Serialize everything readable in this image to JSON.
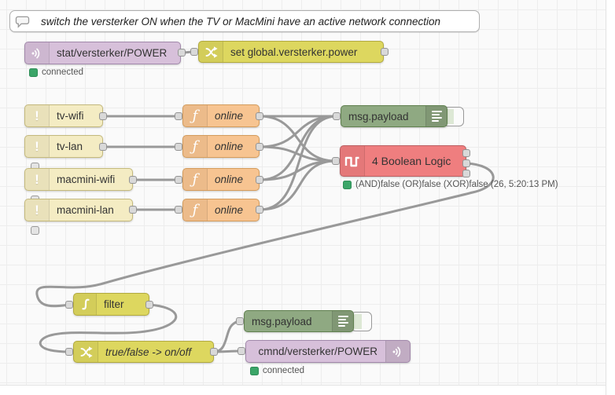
{
  "app_title": "Node-RED flow editor canvas",
  "comment": {
    "text": "switch the versterker ON when the TV or MacMini have an active network connection"
  },
  "nodes": {
    "mqtt_in": {
      "label": "stat/versterker/POWER",
      "status": "connected"
    },
    "set_global": {
      "label": "set global.versterker.power"
    },
    "injects": [
      {
        "label": "tv-wifi"
      },
      {
        "label": "tv-lan"
      },
      {
        "label": "macmini-wifi"
      },
      {
        "label": "macmini-lan"
      }
    ],
    "functions": [
      {
        "label": "online"
      },
      {
        "label": "online"
      },
      {
        "label": "online"
      },
      {
        "label": "online"
      }
    ],
    "debug_top": {
      "label": "msg.payload"
    },
    "boolean_logic": {
      "label": "4 Boolean Logic",
      "status": "(AND)false (OR)false (XOR)false (26, 5:20:13 PM)"
    },
    "filter": {
      "label": "filter"
    },
    "to_on_off": {
      "label": "true/false -> on/off"
    },
    "debug_bottom": {
      "label": "msg.payload"
    },
    "mqtt_out": {
      "label": "cmnd/versterker/POWER",
      "status": "connected"
    }
  },
  "icons": {
    "comment": "speech-bubble-icon",
    "mqtt": "broadcast-waves-icon",
    "change": "shuffle-arrows-icon",
    "inject": "exclamation-icon",
    "function": "italic-f-icon",
    "debug": "list-lines-icon",
    "boolean": "square-wave-icon",
    "filter": "step-curve-icon"
  },
  "colors": {
    "canvas_bg": "#fafafa",
    "grid_line": "#ededed",
    "wire": "#999999",
    "mqtt_node": "#d7c0da",
    "change_node": "#ddd75f",
    "inject_node": "#f4ecc3",
    "function_node": "#f7c491",
    "debug_node": "#8fa982",
    "boolean_node": "#ef7e7f",
    "status_green": "#3ba568",
    "label_text": "#333333",
    "status_text": "#555555"
  }
}
